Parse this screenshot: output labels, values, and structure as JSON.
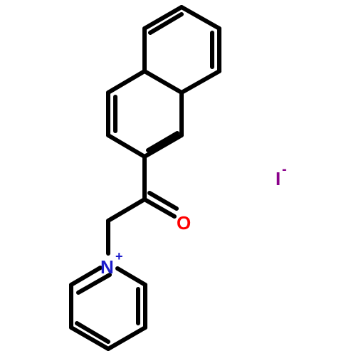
{
  "molecule": {
    "atoms": [
      {
        "id": "O",
        "symbol": "O",
        "charge": ""
      },
      {
        "id": "N",
        "symbol": "N",
        "charge": "+"
      },
      {
        "id": "I",
        "symbol": "I",
        "charge": "-"
      }
    ]
  },
  "colors": {
    "bond": "#000000",
    "oxygen": "#ff0000",
    "nitrogen": "#1c1ccc",
    "iodide": "#8b008b"
  }
}
